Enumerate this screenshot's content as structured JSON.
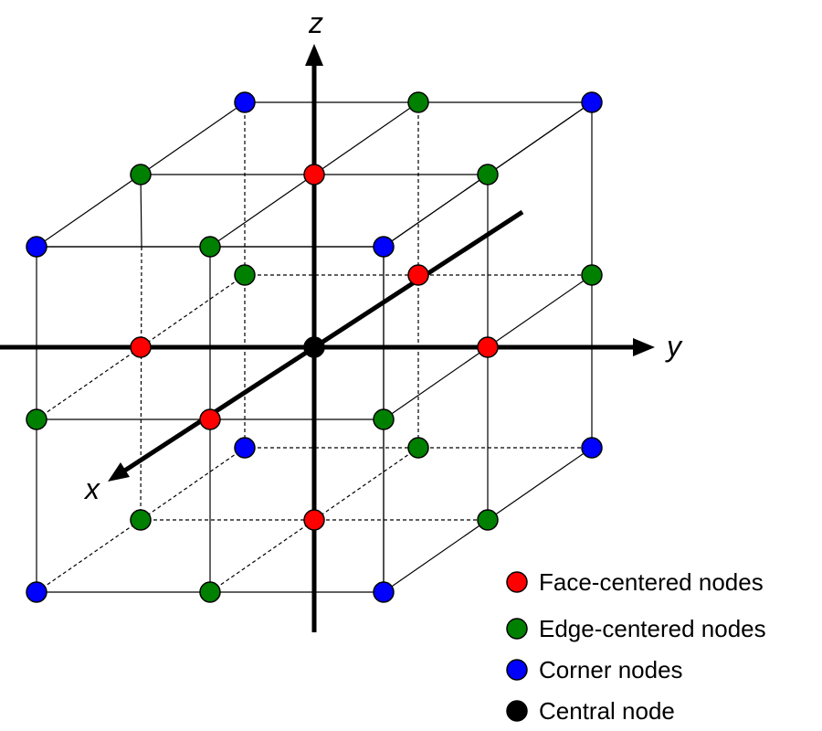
{
  "axes": {
    "x": "x",
    "y": "y",
    "z": "z"
  },
  "colors": {
    "face": "#ff0000",
    "edge": "#008000",
    "corner": "#0000ff",
    "central": "#000000"
  },
  "legend": [
    {
      "type": "face",
      "label": "Face-centered nodes"
    },
    {
      "type": "edge",
      "label": "Edge-centered nodes"
    },
    {
      "type": "corner",
      "label": "Corner nodes"
    },
    {
      "type": "central",
      "label": "Central node"
    }
  ]
}
